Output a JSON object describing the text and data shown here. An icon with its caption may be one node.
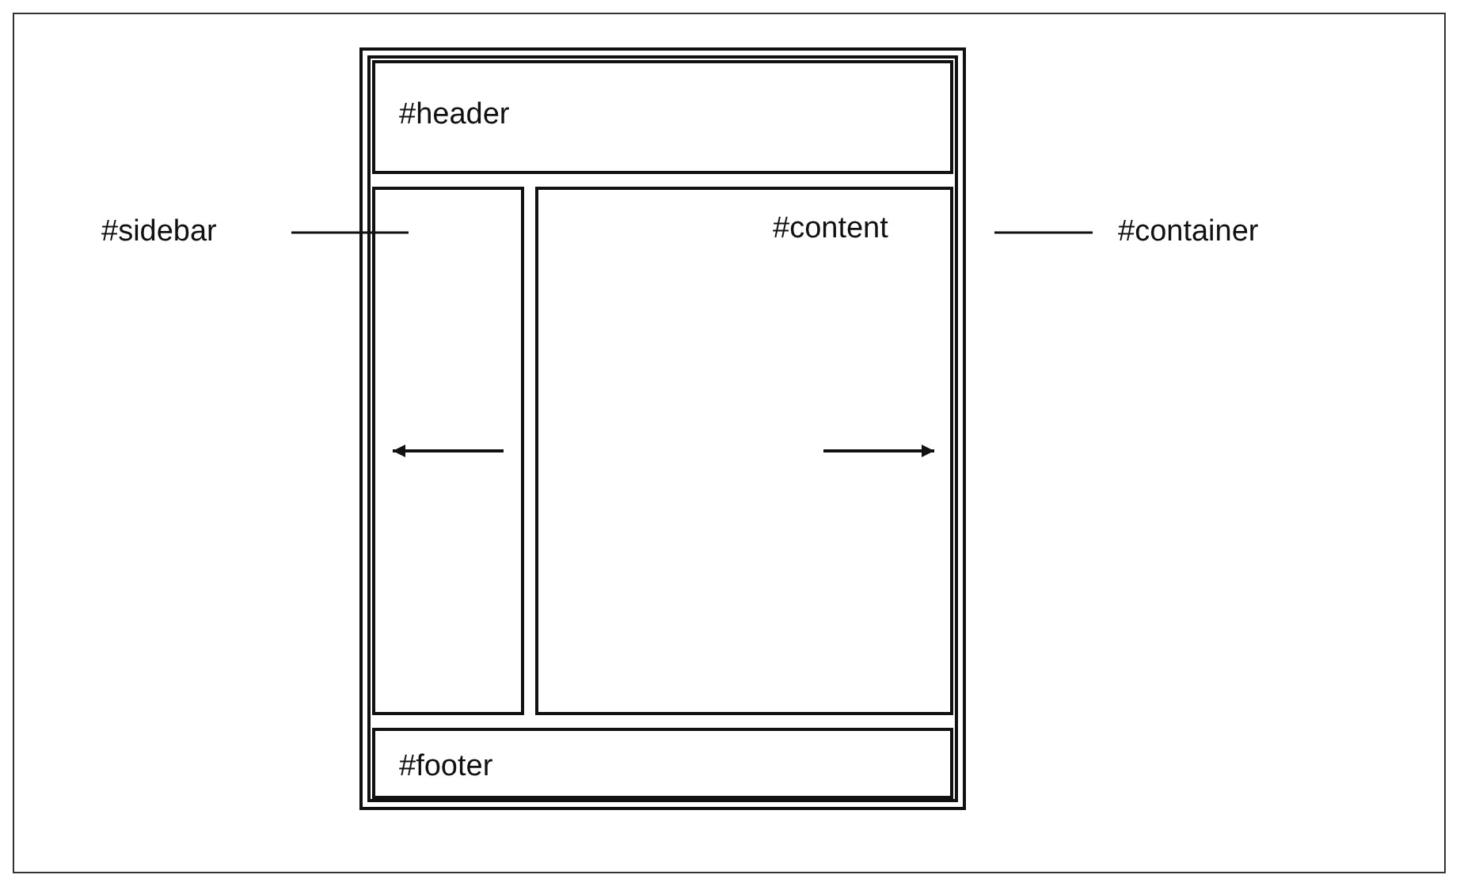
{
  "diagram": {
    "nodes": [
      {
        "text": [],
        "shape": "box"
      },
      {
        "text": [
          "#header"
        ],
        "in": 0
      },
      {
        "text": [],
        "shape": "box",
        "in": 0
      },
      {
        "text": [
          "#content"
        ],
        "in": 0
      },
      {
        "text": [
          "#footer"
        ],
        "in": 0
      },
      {
        "text": [
          "#sidebar"
        ]
      },
      {
        "text": [
          "#container"
        ]
      }
    ],
    "edges": [
      {
        "from": 5,
        "to": 2,
        "arrow": "none"
      },
      {
        "from": 6,
        "to": 0,
        "arrow": "none"
      }
    ]
  }
}
